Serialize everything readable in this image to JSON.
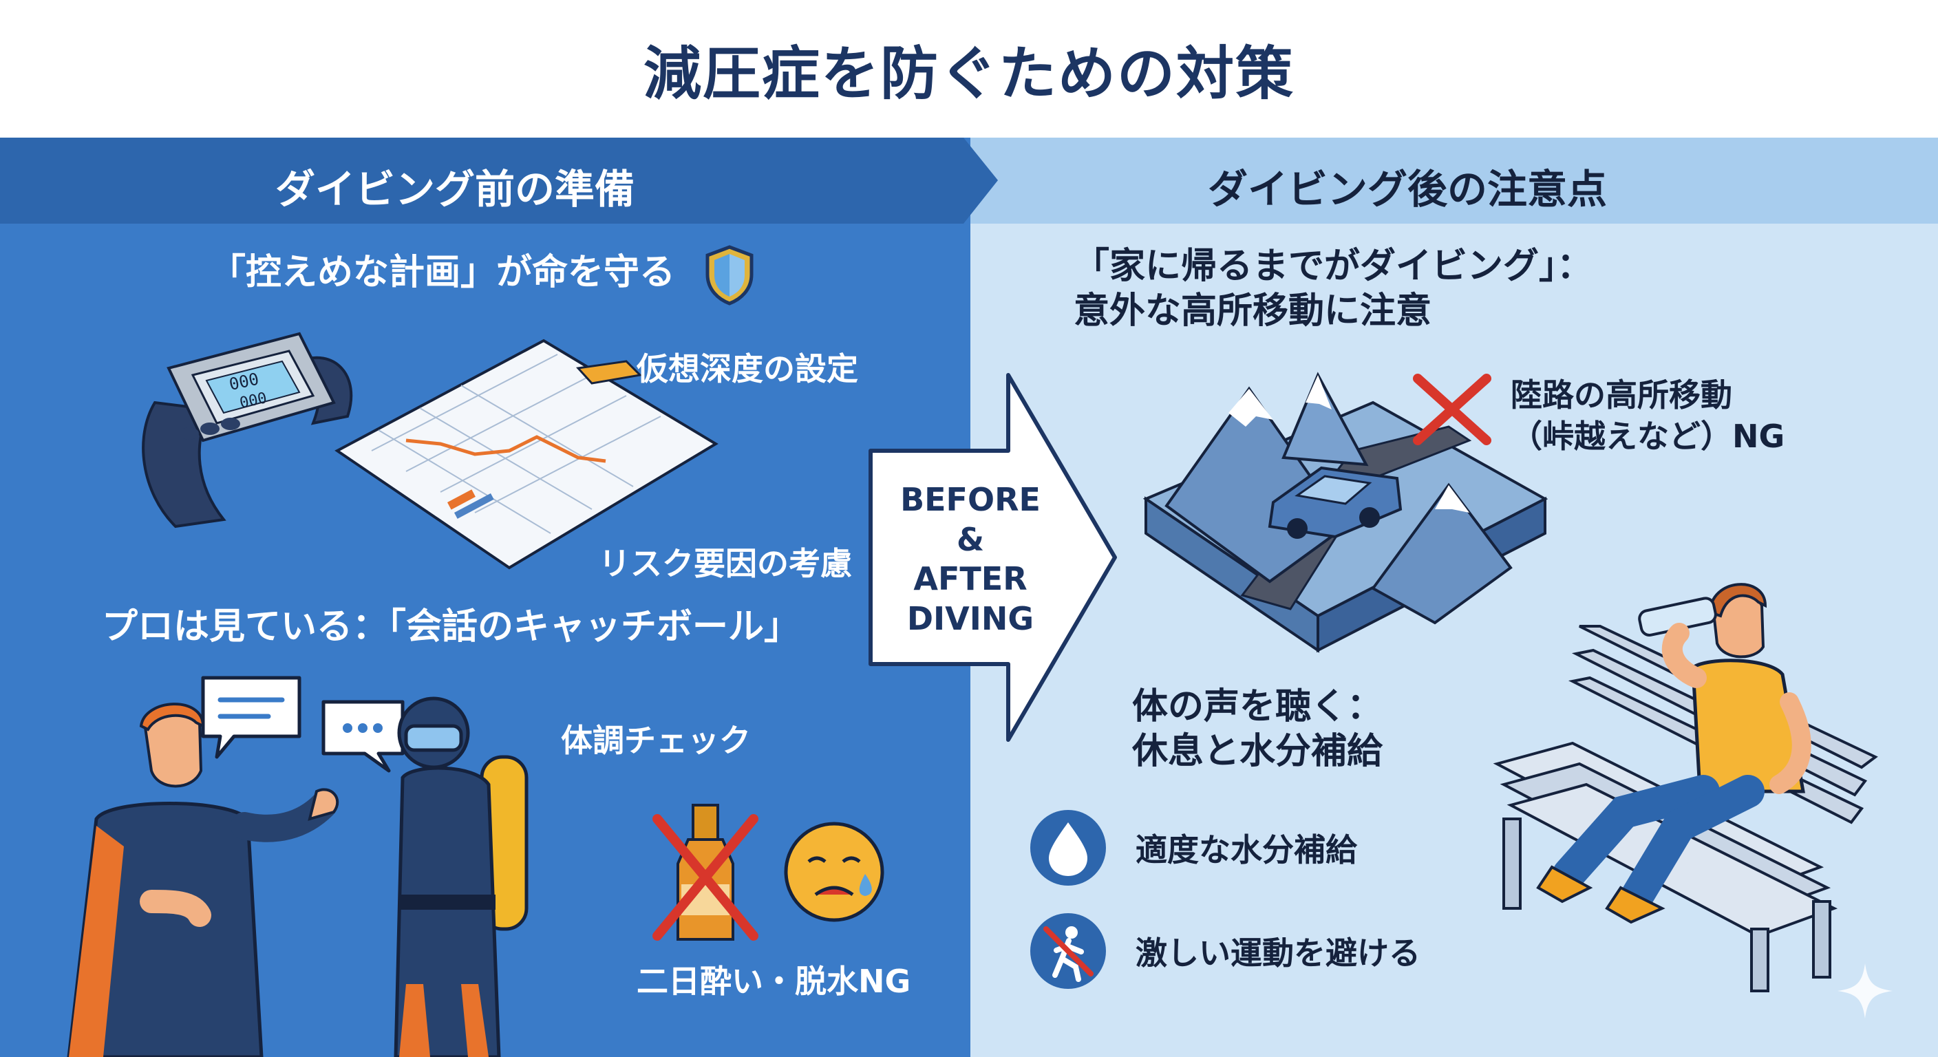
{
  "title": "減圧症を防ぐための対策",
  "left": {
    "header": "ダイビング前の準備",
    "plan_heading": "「控えめな計画」が命を守る",
    "virtual_depth": "仮想深度の設定",
    "risk_factors": "リスク要因の考慮",
    "pro_heading": "プロは見ている：「会話のキャッチボール」",
    "condition_check": "体調チェック",
    "hangover": "二日酔い・脱水NG"
  },
  "center_arrow": {
    "line1": "BEFORE",
    "line2": "&",
    "line3": "AFTER",
    "line4": "DIVING"
  },
  "right": {
    "header": "ダイビング後の注意点",
    "home_heading_line1": "「家に帰るまでがダイビング」：",
    "home_heading_line2": "意外な高所移動に注意",
    "altitude_line1": "陸路の高所移動",
    "altitude_line2": "（峠越えなど）NG",
    "body_heading_line1": "体の声を聴く：",
    "body_heading_line2": "休息と水分補給",
    "hydration": "適度な水分補給",
    "avoid_exercise": "激しい運動を避ける"
  },
  "colors": {
    "title": "#1c3563",
    "left_panel": "#3a7bc8",
    "left_header": "#2d66ad",
    "right_panel": "#cfe4f6",
    "right_header": "#a8cdee",
    "ng_red": "#d8362b",
    "accent_orange": "#e8732c"
  },
  "icons": [
    "shield-icon",
    "dive-computer-icon",
    "dive-table-icon",
    "speech-bubble-icon",
    "diver-icon",
    "bottle-icon",
    "sick-face-icon",
    "mountain-road-icon",
    "car-icon",
    "cross-mark-icon",
    "water-drop-icon",
    "no-running-icon",
    "bench-icon",
    "resting-person-icon",
    "sparkle-icon"
  ]
}
